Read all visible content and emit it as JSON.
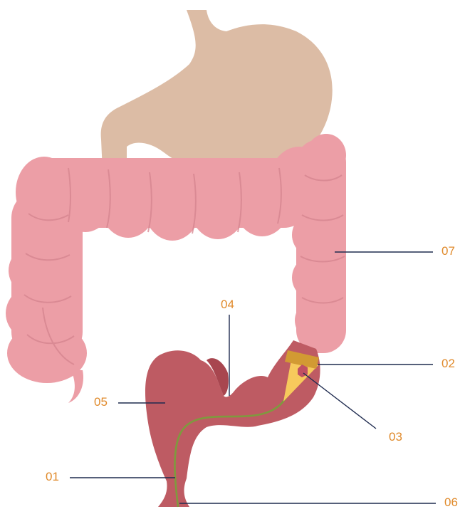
{
  "diagram": {
    "colors": {
      "stomach": "#dcbca5",
      "colon": "#ec9ea6",
      "colon_fold": "#d5848e",
      "rectum": "#be5b63",
      "rectum_dark": "#a8464f",
      "leader": "#1f2b4f",
      "label_text": "#e08a2b",
      "scope_cable": "#7e9a3e",
      "scope_cone": "#f7c95c",
      "scope_band": "#d29a33",
      "polyp": "#c05062"
    },
    "labels": [
      {
        "id": "01",
        "text": "01"
      },
      {
        "id": "02",
        "text": "02"
      },
      {
        "id": "03",
        "text": "03"
      },
      {
        "id": "04",
        "text": "04"
      },
      {
        "id": "05",
        "text": "05"
      },
      {
        "id": "06",
        "text": "06"
      },
      {
        "id": "07",
        "text": "07"
      }
    ]
  }
}
